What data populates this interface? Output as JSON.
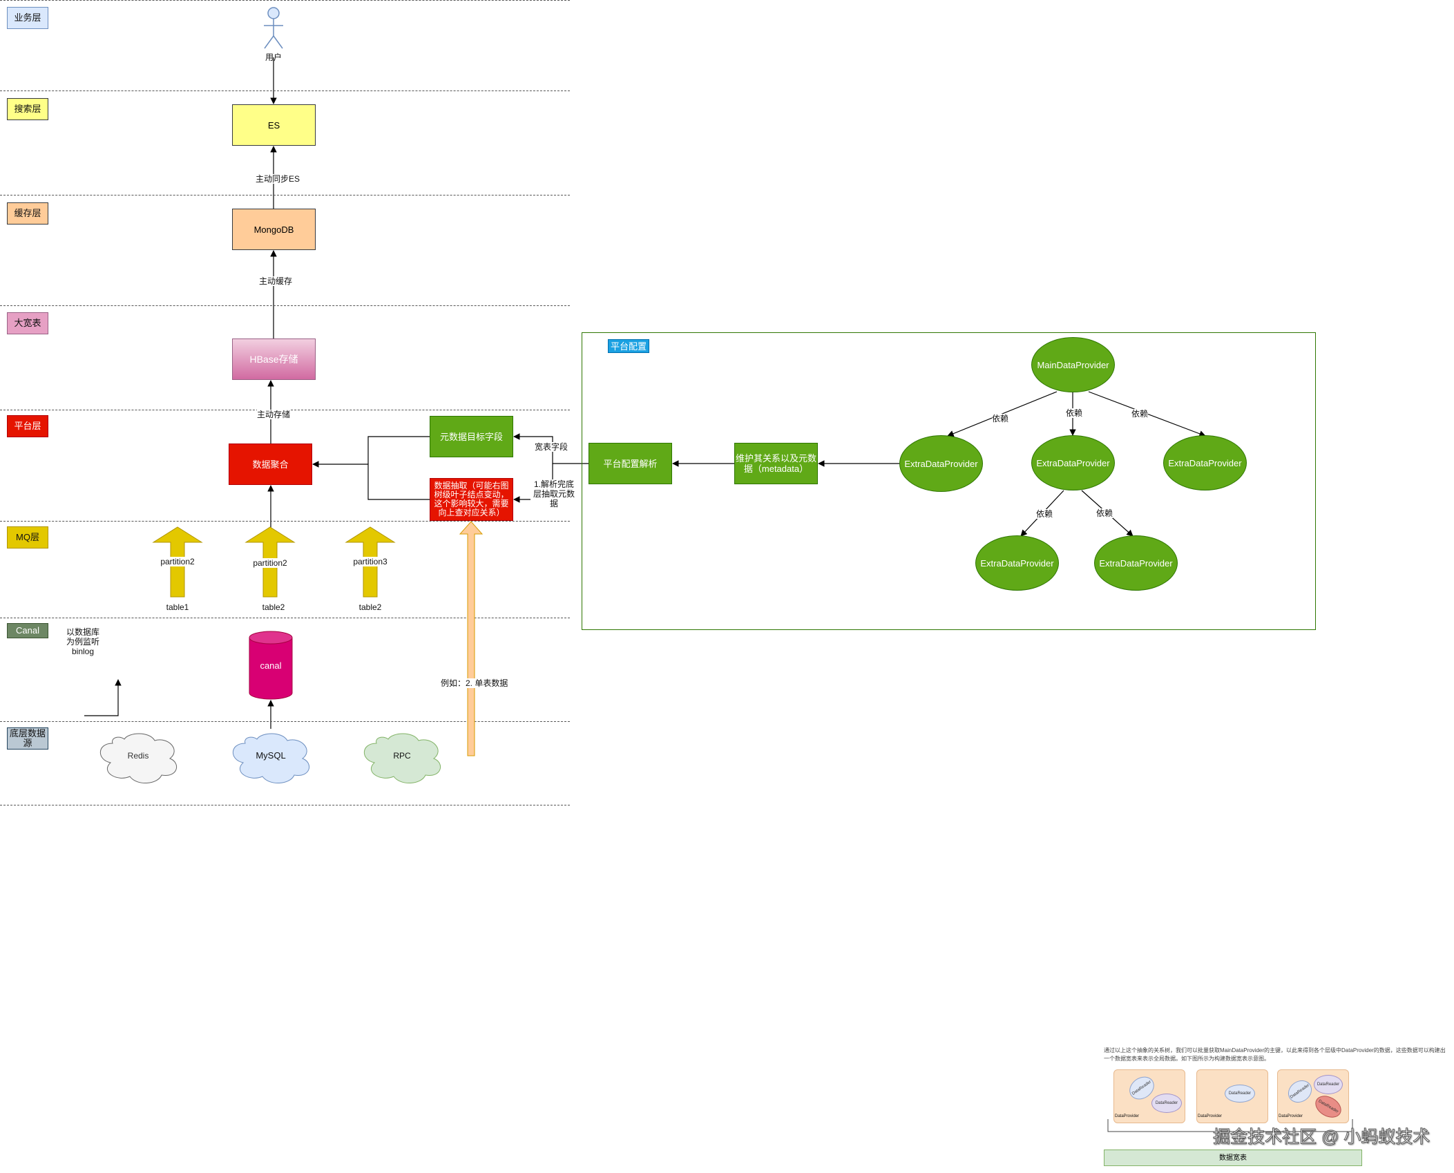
{
  "layers": [
    {
      "label": "业务层",
      "color": "#dae8fc",
      "border": "#6c8ebf"
    },
    {
      "label": "搜索层",
      "color": "#ffff88",
      "border": "#36393d"
    },
    {
      "label": "缓存层",
      "color": "#ffcc99",
      "border": "#36393d"
    },
    {
      "label": "大宽表",
      "color": "#e6a0c4",
      "border": "#996185"
    },
    {
      "label": "平台层",
      "color": "#e51400",
      "border": "#b20000"
    },
    {
      "label": "MQ层",
      "color": "#e3c800",
      "border": "#b09500"
    },
    {
      "label": "Canal",
      "color": "#6d8764",
      "border": "#3a5431"
    },
    {
      "label": "底层数据源",
      "color": "#bac8d3",
      "border": "#23445d"
    }
  ],
  "nodes": {
    "user": "用户",
    "es": "ES",
    "mongodb": "MongoDB",
    "hbase": "HBase存储",
    "aggregate": "数据聚合",
    "meta_field": "元数据目标字段",
    "extract": "数据抽取（可能右图树级叶子结点变动，这个影响较大，需要向上查对应关系）",
    "canal": "canal",
    "redis": "Redis",
    "mysql": "MySQL",
    "rpc": "RPC",
    "platform_parse": "平台配置解析",
    "maintain": "维护其关系以及元数据（metadata）"
  },
  "edge_labels": {
    "sync_es": "主动同步ES",
    "cache": "主动缓存",
    "store": "主动存储",
    "wide_field": "宽表字段",
    "parse_meta": "1.解析完底层抽取元数据",
    "example": "例如：2. 单表数据",
    "binlog_note": "以数据库为例监听binlog"
  },
  "mq": [
    {
      "partition": "partition2",
      "table": "table1"
    },
    {
      "partition": "partition2",
      "table": "table2"
    },
    {
      "partition": "partition3",
      "table": "table2"
    }
  ],
  "platform_config": {
    "title": "平台配置",
    "main": "MainDataProvider",
    "extra": "ExtraDataProvider",
    "depend": "依赖"
  },
  "inset": {
    "text": "通过以上这个抽象的关系树，我们可以批量获取MainDataProvider的主键，以此来得到各个层级中DataProvider的数据，这些数据可以构建出一个数据宽表来表示全局数据。如下图所示为构建数据宽表示意图。",
    "provider": "DataProvider",
    "reader": "DataReader",
    "wide_table": "数据宽表"
  },
  "watermark": "掘金技术社区 @ 小蚂蚁技术"
}
